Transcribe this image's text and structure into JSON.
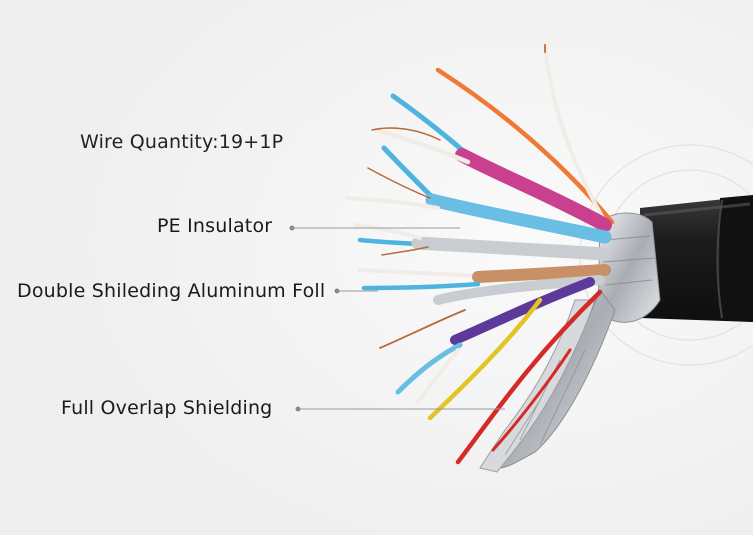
{
  "labels": {
    "wire_quantity": "Wire Quantity:19+1P",
    "pe_insulator": "PE Insulator",
    "double_shielding": "Double Shileding Aluminum Foll",
    "full_overlap": "Full Overlap Shielding"
  },
  "colors": {
    "background": "#f4f4f4",
    "jacket": "#1b1b1b",
    "foil": "#c9ccd0",
    "wire_blue": "#4db3df",
    "wire_orange": "#f07a33",
    "wire_white": "#f2ece6",
    "wire_magenta": "#c9408e",
    "wire_purple": "#5d3a9a",
    "wire_yellow": "#e3c425",
    "wire_red": "#d42a28",
    "wire_copper": "#b86a3a",
    "wire_copper_foil": "#c98f66",
    "leader_line": "#8a8a8a"
  }
}
